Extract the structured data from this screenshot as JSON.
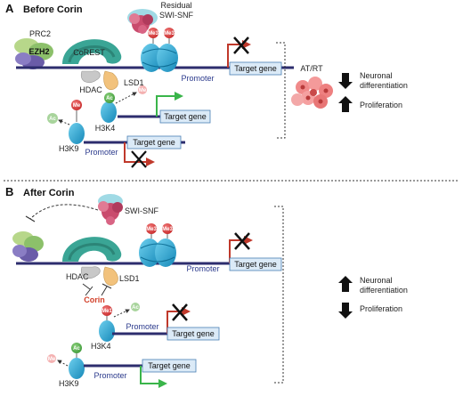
{
  "panel_a": {
    "letter": "A",
    "title": "Before Corin",
    "labels": {
      "residual": "Residual",
      "swi_snf": "SWI-SNF",
      "prc2": "PRC2",
      "ezh2": "EZH2",
      "corest": "CoREST",
      "hdac": "HDAC",
      "lsd1": "LSD1",
      "h3k4": "H3K4",
      "h3k9": "H3K9",
      "atrt": "AT/RT"
    },
    "promoters": [
      "Promoter",
      "Promoter"
    ],
    "target_genes": [
      "Target gene",
      "Target gene",
      "Target gene"
    ],
    "marks": {
      "me3": "Me3",
      "me": "Me",
      "ac": "Ac"
    },
    "effects": [
      "Neuronal differentiation",
      "Proliferation"
    ]
  },
  "panel_b": {
    "letter": "B",
    "title": "After Corin",
    "labels": {
      "swi_snf": "SWI-SNF",
      "hdac": "HDAC",
      "lsd1": "LSD1",
      "corin": "Corin",
      "h3k4": "H3K4",
      "h3k9": "H3K9"
    },
    "promoters": [
      "Promoter",
      "Promoter",
      "Promoter"
    ],
    "target_genes": [
      "Target gene",
      "Target gene",
      "Target gene"
    ],
    "marks": {
      "me3": "Me3",
      "me1": "Me1",
      "ac": "Ac",
      "me": "Me"
    },
    "effects": [
      "Neuronal differentiation",
      "Proliferation"
    ]
  },
  "colors": {
    "nucleosome": "#1aa7d6",
    "me_mark": "#d83a3a",
    "ac_mark": "#4fae4a",
    "active_arrow": "#3ab54a",
    "repressed_arrow": "#c0392b",
    "dna": "#2d2d6e",
    "target_box": "#dbeaf7",
    "corin": "#d2402a"
  }
}
